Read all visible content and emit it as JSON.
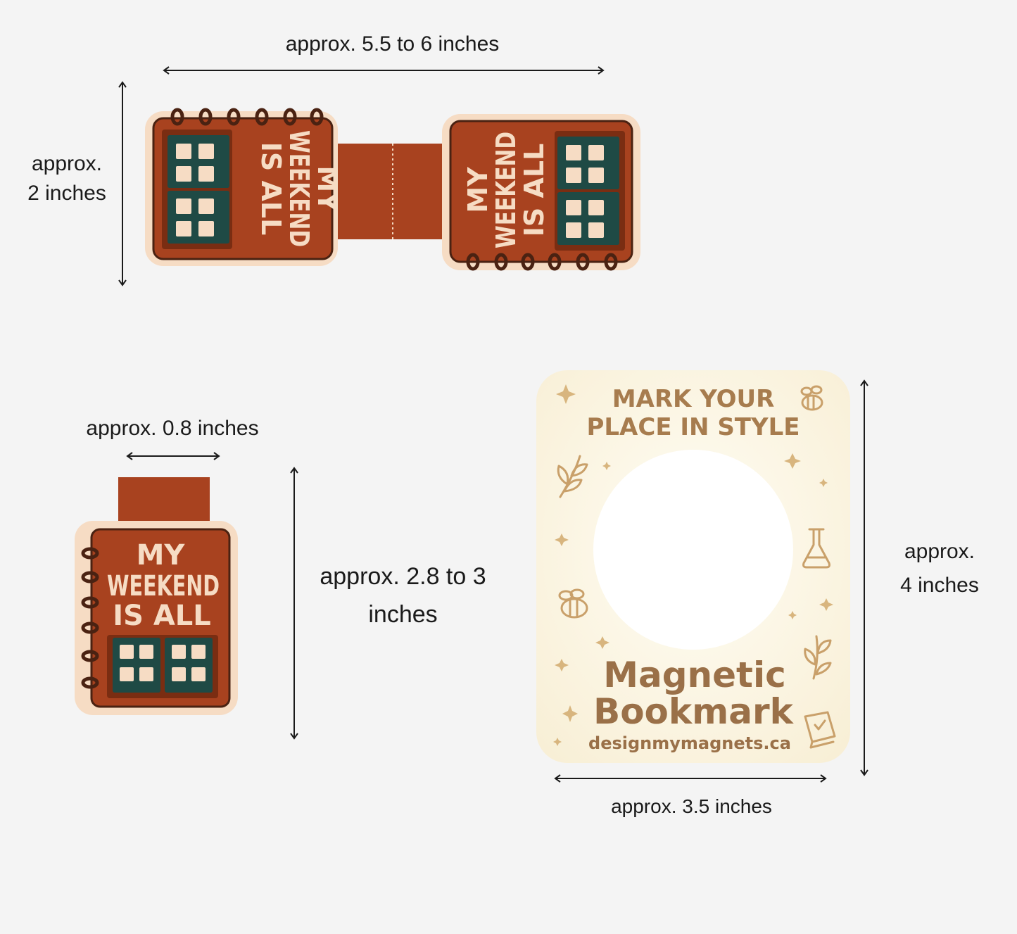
{
  "dimensions": {
    "open_width": "approx. 5.5 to 6 inches",
    "open_height_line1": "approx.",
    "open_height_line2": "2 inches",
    "closed_width": "approx. 0.8 inches",
    "closed_height_line1": "approx. 2.8 to 3",
    "closed_height_line2": "inches",
    "card_height_line1": "approx.",
    "card_height_line2": "4 inches",
    "card_width": "approx. 3.5 inches"
  },
  "magnet": {
    "line1": "MY",
    "line2": "WEEKEND",
    "line3": "IS ALL"
  },
  "card": {
    "heading_line1": "MARK YOUR",
    "heading_line2": "PLACE IN STYLE",
    "title_line1": "Magnetic",
    "title_line2": "Bookmark",
    "website": "designmymagnets.ca"
  },
  "colors": {
    "background": "#f4f4f4",
    "magnet_red": "#a8421f",
    "magnet_border": "#f6dcc4",
    "book_teal": "#1f4a45",
    "text_cream": "#f6dcc4",
    "card_cream": "#fbf6e4",
    "card_gold": "#a77c4e"
  }
}
